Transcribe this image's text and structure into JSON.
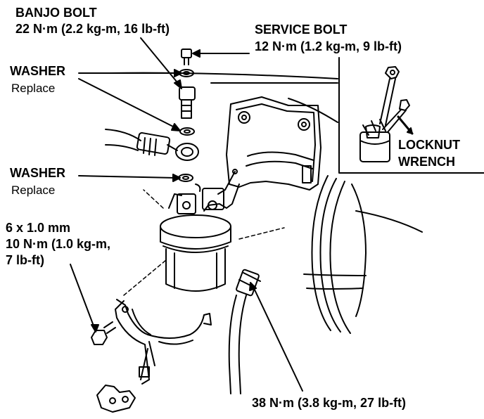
{
  "diagram": {
    "labels": {
      "banjo_bolt_title": "BANJO BOLT",
      "banjo_bolt_torque": "22 N·m (2.2 kg-m, 16 lb-ft)",
      "service_bolt_title": "SERVICE BOLT",
      "service_bolt_torque": "12 N·m (1.2 kg-m, 9 lb-ft)",
      "washer_upper_title": "WASHER",
      "washer_upper_note": "Replace",
      "washer_lower_title": "WASHER",
      "washer_lower_note": "Replace",
      "mount_bolt_size": "6 x 1.0 mm",
      "mount_bolt_torque_1": "10 N·m (1.0 kg-m,",
      "mount_bolt_torque_2": "7 lb-ft)",
      "locknut_1": "LOCKNUT",
      "locknut_2": "WRENCH",
      "flare_nut_torque": "38 N·m (3.8 kg-m, 27 lb-ft)"
    },
    "colors": {
      "ink": "#000000",
      "paper": "#ffffff"
    }
  }
}
